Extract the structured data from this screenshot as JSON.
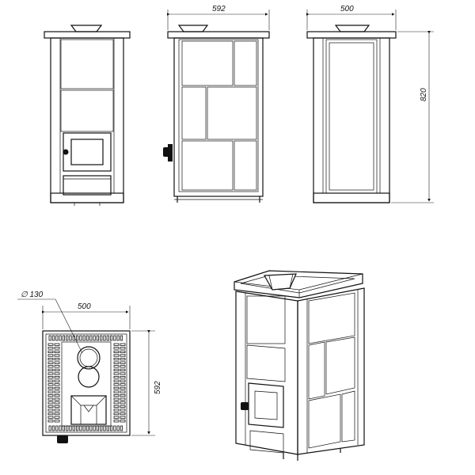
{
  "dimensions": {
    "front_width": "592",
    "side_depth": "500",
    "height": "820",
    "top_width": "500",
    "top_depth": "592",
    "chimney": "∅ 130"
  }
}
